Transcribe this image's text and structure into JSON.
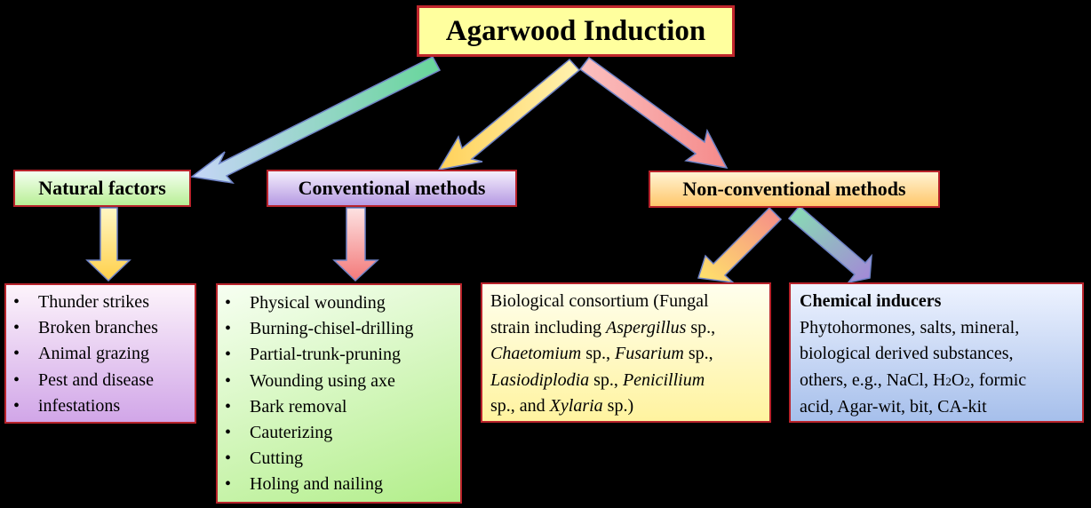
{
  "title": "Agarwood Induction",
  "categories": {
    "natural": "Natural factors",
    "conventional": "Conventional methods",
    "nonconventional": "Non-conventional methods"
  },
  "natural_items": [
    "Thunder strikes",
    "Broken branches",
    "Animal grazing",
    "Pest and disease",
    "infestations"
  ],
  "conventional_items": [
    "Physical wounding",
    "Burning-chisel-drilling",
    "Partial-trunk-pruning",
    "Wounding using axe",
    "Bark removal",
    "Cauterizing",
    "Cutting",
    "Holing and nailing"
  ],
  "bullet": "•",
  "biological": {
    "l1": "Biological consortium (Fungal",
    "l2a": "strain including ",
    "l2b": "Aspergillus",
    "l2c": " sp.,",
    "l3a": "Chaetomium",
    "l3b": " sp., ",
    "l3c": "Fusarium",
    "l3d": " sp.,",
    "l4a": "Lasiodiplodia",
    "l4b": " sp., ",
    "l4c": "Penicillium",
    "l5a": "sp., and ",
    "l5b": "Xylaria",
    "l5c": " sp.)"
  },
  "chemical": {
    "heading": "Chemical inducers",
    "l1": "Phytohormones, salts, mineral,",
    "l2": "biological derived substances,",
    "l3a": "others, e.g., NaCl, H",
    "l3b": "2",
    "l3c": "O",
    "l3d": "2",
    "l3e": ", formic",
    "l4": "acid, Agar-wit, bit, CA-kit"
  },
  "colors": {
    "background": "#000000",
    "border": "#b8232b",
    "title_fill": "#ffff9e",
    "arrow_green": "#7fd9a0",
    "arrow_yellow": "#ffd66b",
    "arrow_pink": "#f59a9a",
    "arrow_purple": "#a98ad6",
    "arrow_outline": "#6f83c7"
  }
}
